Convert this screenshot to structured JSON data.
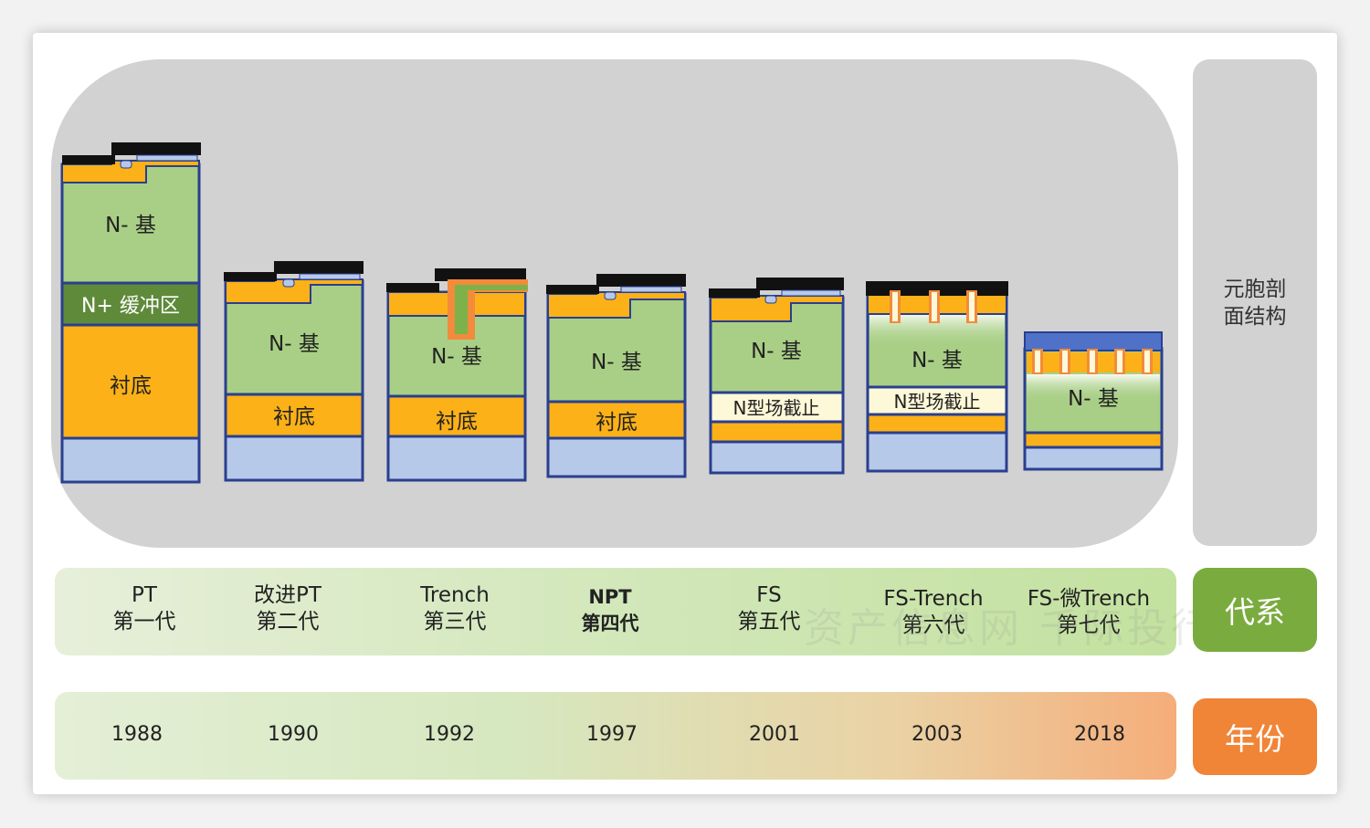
{
  "side": {
    "structure_label": "元胞剖\n面结构",
    "generation_label": "代系",
    "year_label": "年份"
  },
  "generations": [
    {
      "name": "PT\n第一代",
      "year": "1988",
      "layers": [
        "N- 基",
        "N+ 缓冲区",
        "衬底"
      ]
    },
    {
      "name": "改进PT\n第二代",
      "year": "1990",
      "layers": [
        "N- 基",
        "衬底"
      ]
    },
    {
      "name": "Trench\n第三代",
      "year": "1992",
      "layers": [
        "N- 基",
        "衬底"
      ]
    },
    {
      "name": "NPT\n第四代",
      "year": "1997",
      "layers": [
        "N- 基",
        "衬底"
      ]
    },
    {
      "name": "FS\n第五代",
      "year": "2001",
      "layers": [
        "N- 基",
        "N型场截止"
      ]
    },
    {
      "name": "FS-Trench\n第六代",
      "year": "2003",
      "layers": [
        "N- 基",
        "N型场截止"
      ]
    },
    {
      "name": "FS-微Trench\n第七代",
      "year": "2018",
      "layers": [
        "N- 基"
      ]
    }
  ],
  "watermark": "资产信息网 千际投行",
  "colors": {
    "n_base": "#a9cf86",
    "n_buffer": "#5e8a3a",
    "substrate": "#fbb117",
    "collector": "#b7c9e8",
    "field_stop": "#fdf8d8",
    "outline": "#2a3f8f",
    "metal": "#111111",
    "trench_fill": "#7db24a",
    "trench_oxide": "#f28b3c",
    "top_blue": "#4f72c8",
    "generation_accent": "#7aab3f",
    "year_accent": "#f08537"
  }
}
